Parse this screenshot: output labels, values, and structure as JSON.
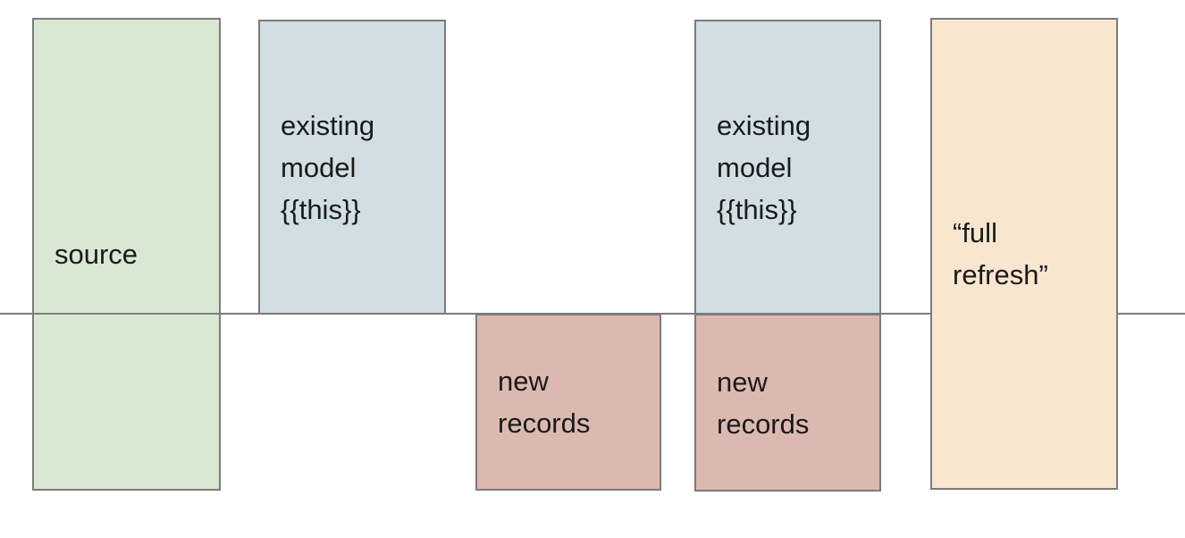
{
  "colors": {
    "background": "#ffffff",
    "text": "#1a1a1a",
    "box_border": "#7b7b7b",
    "divider_line": "#7d7d7d",
    "source_fill": "#d9e8d3",
    "existing_model_fill": "#d1dfe4",
    "new_records_fill": "#dcb9b0",
    "full_refresh_fill": "#f9e6d0"
  },
  "diagram": {
    "boxes": {
      "source": {
        "label": "source"
      },
      "existing_model_1": {
        "label": "existing model {{this}}"
      },
      "new_records_1": {
        "label": "new records"
      },
      "existing_model_2": {
        "label": "existing model {{this}}"
      },
      "new_records_2": {
        "label": "new records"
      },
      "full_refresh": {
        "label": "“full refresh”"
      }
    }
  }
}
